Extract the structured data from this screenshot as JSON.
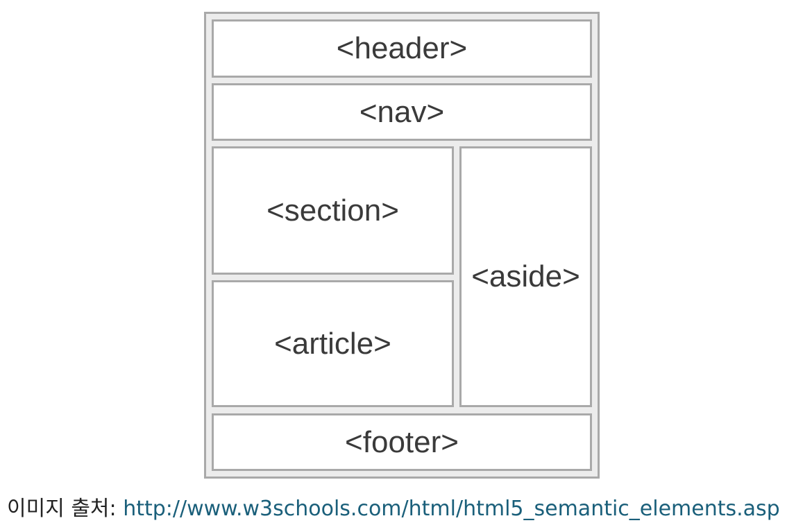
{
  "diagram": {
    "header": "<header>",
    "nav": "<nav>",
    "section": "<section>",
    "article": "<article>",
    "aside": "<aside>",
    "footer": "<footer>"
  },
  "caption": {
    "label": "이미지 출처: ",
    "link": "http://www.w3schools.com/html/html5_semantic_elements.asp"
  },
  "colors": {
    "border": "#a9a9a9",
    "box_fill": "#ffffff",
    "frame_fill": "#ececec",
    "box_text": "#3a3a3a",
    "link": "#1a5f7a"
  }
}
